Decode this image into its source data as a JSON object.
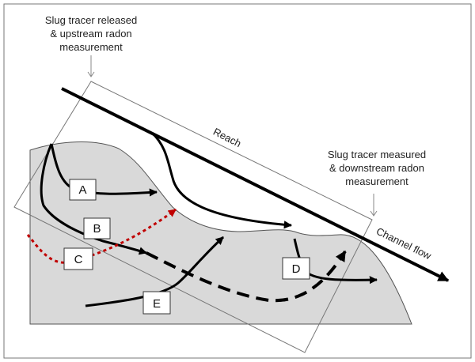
{
  "annotations": {
    "upstream": [
      "Slug tracer released",
      "& upstream radon",
      "measurement"
    ],
    "downstream": [
      "Slug tracer measured",
      "& downstream radon",
      "measurement"
    ],
    "reach": "Reach",
    "channel_flow": "Channel flow"
  },
  "pathways": {
    "a": "A",
    "b": "B",
    "c": "C",
    "d": "D",
    "e": "E"
  },
  "colors": {
    "ground": "#d9d9d9",
    "line": "#000000",
    "pathway_c": "#c00000",
    "frame": "#777777"
  }
}
